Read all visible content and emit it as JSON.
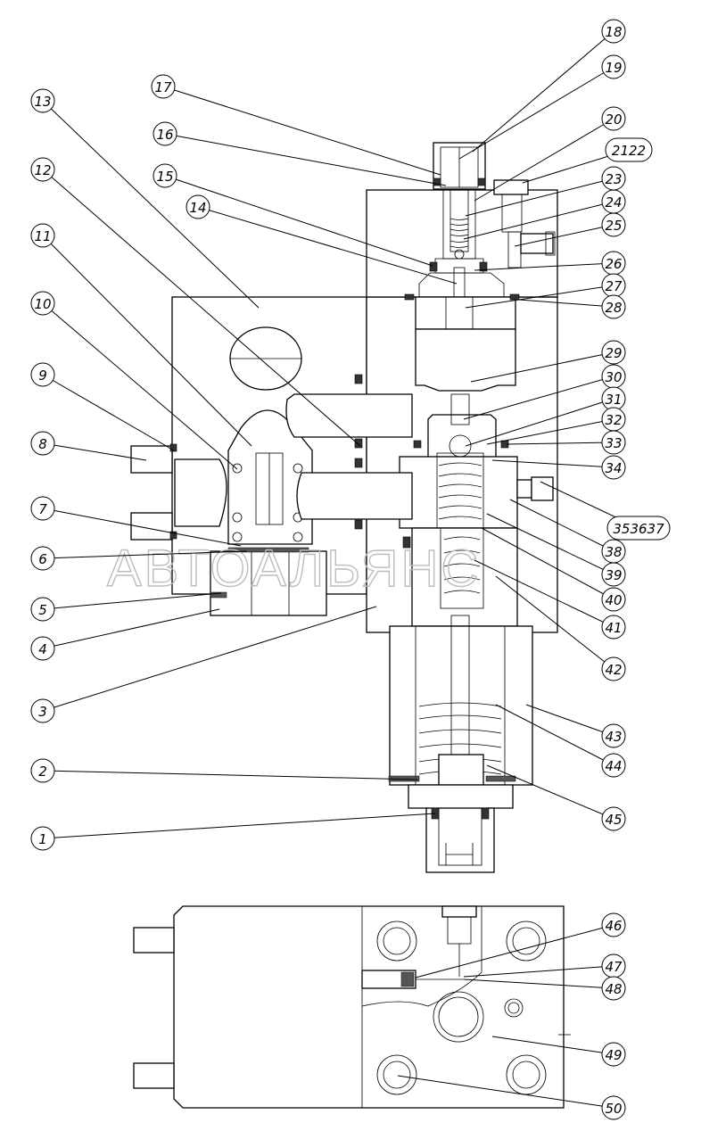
{
  "watermark": "АВТОАЛЬЯНС",
  "callouts": [
    {
      "id": "c1",
      "label": "1"
    },
    {
      "id": "c2",
      "label": "2"
    },
    {
      "id": "c3",
      "label": "3"
    },
    {
      "id": "c4",
      "label": "4"
    },
    {
      "id": "c5",
      "label": "5"
    },
    {
      "id": "c6",
      "label": "6"
    },
    {
      "id": "c7",
      "label": "7"
    },
    {
      "id": "c8",
      "label": "8"
    },
    {
      "id": "c9",
      "label": "9"
    },
    {
      "id": "c10",
      "label": "10"
    },
    {
      "id": "c11",
      "label": "11"
    },
    {
      "id": "c12",
      "label": "12"
    },
    {
      "id": "c13",
      "label": "13"
    },
    {
      "id": "c14",
      "label": "14"
    },
    {
      "id": "c15",
      "label": "15"
    },
    {
      "id": "c16",
      "label": "16"
    },
    {
      "id": "c17",
      "label": "17"
    },
    {
      "id": "c18",
      "label": "18"
    },
    {
      "id": "c19",
      "label": "19"
    },
    {
      "id": "c20",
      "label": "20"
    },
    {
      "id": "c21",
      "label": "2122"
    },
    {
      "id": "c23",
      "label": "23"
    },
    {
      "id": "c24",
      "label": "24"
    },
    {
      "id": "c25",
      "label": "25"
    },
    {
      "id": "c26",
      "label": "26"
    },
    {
      "id": "c27",
      "label": "27"
    },
    {
      "id": "c28",
      "label": "28"
    },
    {
      "id": "c29",
      "label": "29"
    },
    {
      "id": "c30",
      "label": "30"
    },
    {
      "id": "c31",
      "label": "31"
    },
    {
      "id": "c32",
      "label": "32"
    },
    {
      "id": "c33",
      "label": "33"
    },
    {
      "id": "c34",
      "label": "34"
    },
    {
      "id": "c35",
      "label": "353637"
    },
    {
      "id": "c38",
      "label": "38"
    },
    {
      "id": "c39",
      "label": "39"
    },
    {
      "id": "c40",
      "label": "40"
    },
    {
      "id": "c41",
      "label": "41"
    },
    {
      "id": "c42",
      "label": "42"
    },
    {
      "id": "c43",
      "label": "43"
    },
    {
      "id": "c44",
      "label": "44"
    },
    {
      "id": "c45",
      "label": "45"
    },
    {
      "id": "c46",
      "label": "46"
    },
    {
      "id": "c47",
      "label": "47"
    },
    {
      "id": "c48",
      "label": "48"
    },
    {
      "id": "c49",
      "label": "49"
    },
    {
      "id": "c50",
      "label": "50"
    }
  ]
}
